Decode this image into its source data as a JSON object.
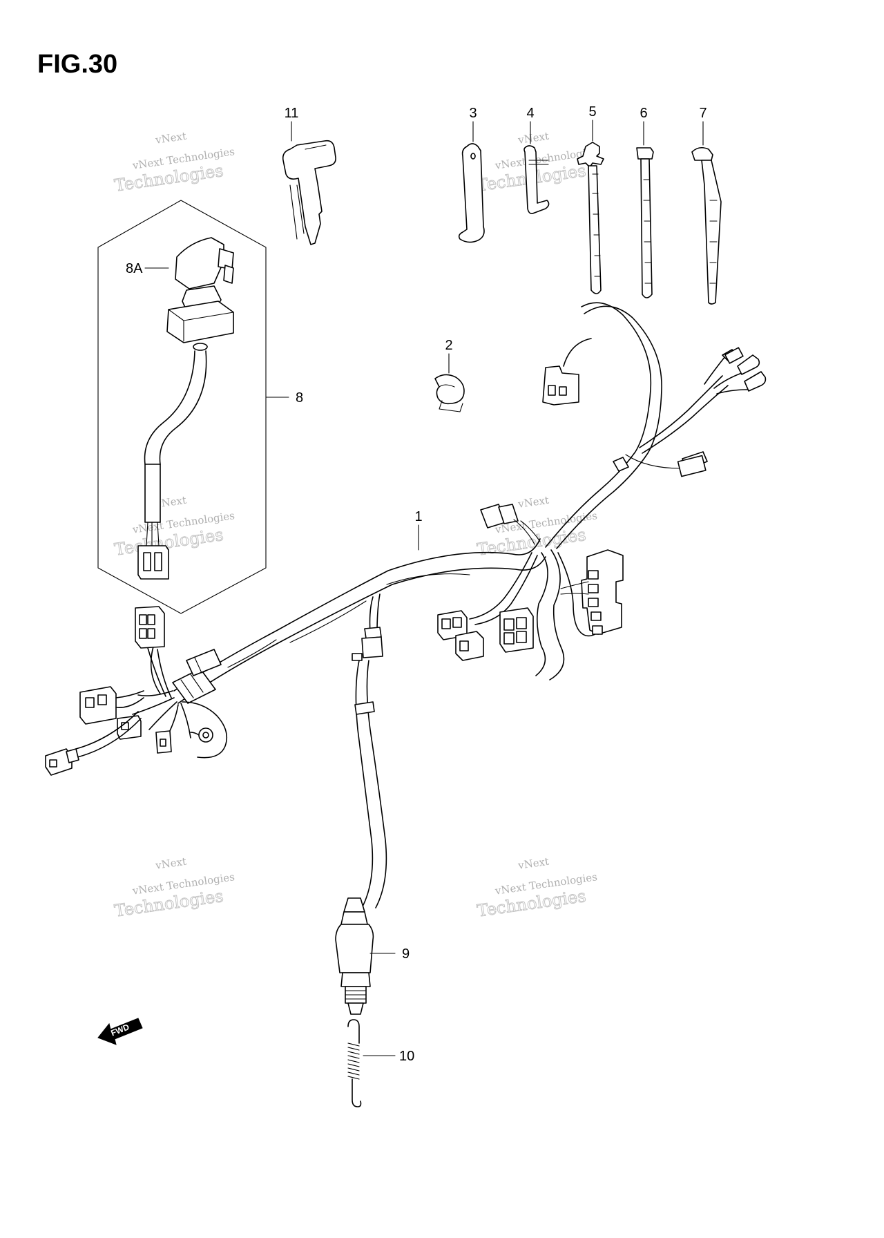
{
  "figure": {
    "title": "FIG.30"
  },
  "watermark": {
    "line1": "vNext",
    "line2": "Technologies",
    "line3": "vNext Technologies"
  },
  "direction_marker": {
    "text": "FWD"
  },
  "part_labels": [
    {
      "id": "1",
      "text": "1"
    },
    {
      "id": "2",
      "text": "2"
    },
    {
      "id": "3",
      "text": "3"
    },
    {
      "id": "4",
      "text": "4"
    },
    {
      "id": "5",
      "text": "5"
    },
    {
      "id": "6",
      "text": "6"
    },
    {
      "id": "7",
      "text": "7"
    },
    {
      "id": "8",
      "text": "8"
    },
    {
      "id": "8A",
      "text": "8A"
    },
    {
      "id": "9",
      "text": "9"
    },
    {
      "id": "10",
      "text": "10"
    },
    {
      "id": "11",
      "text": "11"
    }
  ],
  "colors": {
    "line": "#000000",
    "background": "#ffffff",
    "watermark": "#b0b0b0"
  }
}
